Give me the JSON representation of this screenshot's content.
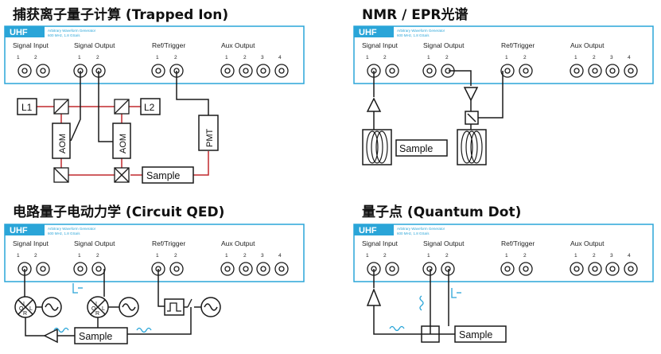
{
  "panels": [
    {
      "title": "捕获离子量子计算 (Trapped Ion)",
      "labels": {
        "l1": "L1",
        "l2": "L2",
        "aom1": "AOM",
        "aom2": "AOM",
        "pmt": "PMT",
        "sample": "Sample"
      }
    },
    {
      "title": "NMR / EPR光谱",
      "labels": {
        "sample": "Sample"
      }
    },
    {
      "title": "电路量子电动力学 (Circuit QED)",
      "labels": {
        "sample": "Sample",
        "mixer1": [
          "I",
          "Q",
          "L",
          "R"
        ],
        "mixer2": [
          "I",
          "Q",
          "L",
          "R"
        ]
      }
    },
    {
      "title": "量子点 (Quantum Dot)",
      "labels": {
        "sample": "Sample"
      }
    }
  ],
  "instrument": {
    "brand": "UHF",
    "desc_line1": "Arbitrary Waveform Generator",
    "desc_line2": "600 MHz, 1.8 GSa/s",
    "groups": {
      "signal_input": "Signal Input",
      "signal_output": "Signal Output",
      "ref_trigger": "Ref/Trigger",
      "aux_output": "Aux Output"
    },
    "channels": {
      "c1": "1",
      "c2": "2",
      "c3": "3",
      "c4": "4"
    }
  },
  "colors": {
    "frame": "#2aa5d8",
    "brand_bg": "#2aa5d8",
    "laser": "#c0282d",
    "signal": "#1a1a1a",
    "wave": "#2aa5d8"
  }
}
